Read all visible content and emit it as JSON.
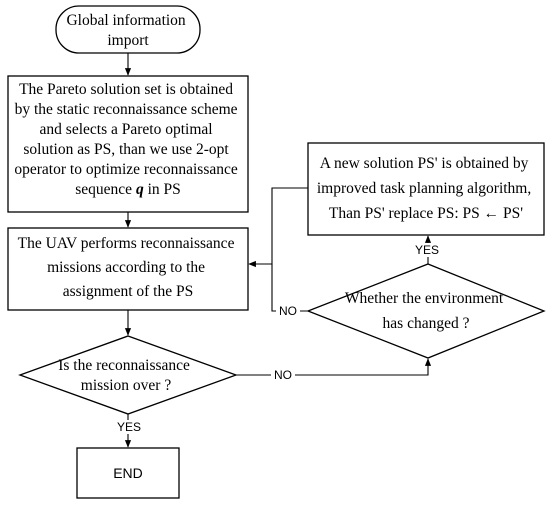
{
  "nodes": {
    "start": {
      "lines": [
        "Global information",
        "import"
      ]
    },
    "pareto": {
      "lines": [
        "The Pareto solution set is obtained",
        "by the static reconnaissance scheme",
        "and selects a Pareto optimal",
        "solution as PS, than we use 2-opt",
        "operator to optimize  reconnaissance"
      ],
      "last_line": {
        "before": "sequence ",
        "italic": "q",
        "after": " in PS"
      }
    },
    "uav": {
      "lines": [
        "The UAV performs reconnaissance",
        "missions according to the",
        "assignment of the PS"
      ]
    },
    "new_solution": {
      "lines": [
        "A new solution PS' is obtained by",
        "improved task planning algorithm,",
        "Than PS' replace PS: PS ← PS'"
      ]
    },
    "env_changed": {
      "lines": [
        "Whether the environment",
        "has changed ?"
      ]
    },
    "mission_over": {
      "lines": [
        "Is the reconnaissance",
        "mission over ?"
      ]
    },
    "end": {
      "lines": [
        "END"
      ]
    }
  },
  "edges": {
    "yes_to_new_solution": "YES",
    "no_env": "NO",
    "no_mission": "NO",
    "yes_to_end": "YES"
  }
}
